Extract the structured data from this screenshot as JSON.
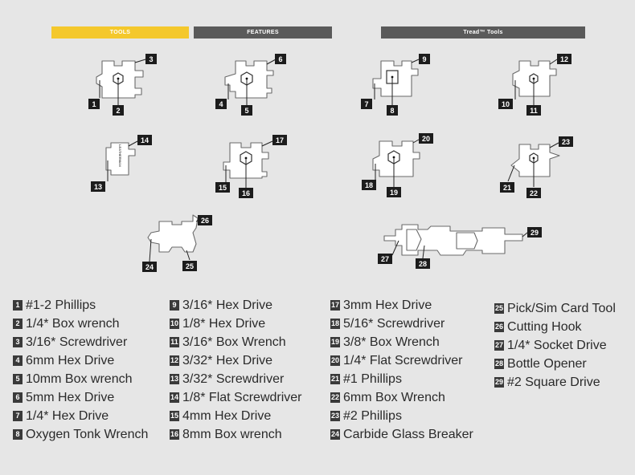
{
  "tabs": {
    "tools": "TOOLS",
    "features": "FEATURES",
    "tread": "Tread™ Tools"
  },
  "brand": "LEATHERMAN",
  "diagram": {
    "badges": [
      "1",
      "2",
      "3",
      "4",
      "5",
      "6",
      "7",
      "8",
      "9",
      "10",
      "11",
      "12",
      "13",
      "14",
      "15",
      "16",
      "17",
      "18",
      "19",
      "20",
      "21",
      "22",
      "23",
      "24",
      "25",
      "26",
      "27",
      "28",
      "29"
    ]
  },
  "legend": {
    "col1": [
      {
        "num": "1",
        "label": "#1-2 Phillips"
      },
      {
        "num": "2",
        "label": "1/4* Box wrench"
      },
      {
        "num": "3",
        "label": "3/16* Screwdriver"
      },
      {
        "num": "4",
        "label": "6mm Hex Drive"
      },
      {
        "num": "5",
        "label": "10mm Box wrench"
      },
      {
        "num": "6",
        "label": "5mm Hex Drive"
      },
      {
        "num": "7",
        "label": "1/4* Hex Drive"
      },
      {
        "num": "8",
        "label": "Oxygen Tonk Wrench"
      }
    ],
    "col2": [
      {
        "num": "9",
        "label": "3/16* Hex Drive"
      },
      {
        "num": "10",
        "label": "1/8* Hex Drive"
      },
      {
        "num": "11",
        "label": "3/16* Box Wrench"
      },
      {
        "num": "12",
        "label": "3/32* Hex Drive"
      },
      {
        "num": "13",
        "label": "3/32* Screwdriver"
      },
      {
        "num": "14",
        "label": "1/8* Flat Screwdriver"
      },
      {
        "num": "15",
        "label": "4mm Hex Drive"
      },
      {
        "num": "16",
        "label": "8mm Box wrench"
      }
    ],
    "col3": [
      {
        "num": "17",
        "label": "3mm Hex Drive"
      },
      {
        "num": "18",
        "label": "5/16* Screwdriver"
      },
      {
        "num": "19",
        "label": "3/8* Box Wrench"
      },
      {
        "num": "20",
        "label": "1/4* Flat Screwdriver"
      },
      {
        "num": "21",
        "label": "#1 Phillips"
      },
      {
        "num": "22",
        "label": "6mm Box Wrench"
      },
      {
        "num": "23",
        "label": "#2 Phillips"
      },
      {
        "num": "24",
        "label": "Carbide Glass Breaker"
      }
    ],
    "col4": [
      {
        "num": "25",
        "label": "Pick/Sim Card Tool"
      },
      {
        "num": "26",
        "label": "Cutting Hook"
      },
      {
        "num": "27",
        "label": "1/4* Socket Drive"
      },
      {
        "num": "28",
        "label": "Bottle Opener"
      },
      {
        "num": "29",
        "label": "#2 Square Drive"
      }
    ]
  }
}
